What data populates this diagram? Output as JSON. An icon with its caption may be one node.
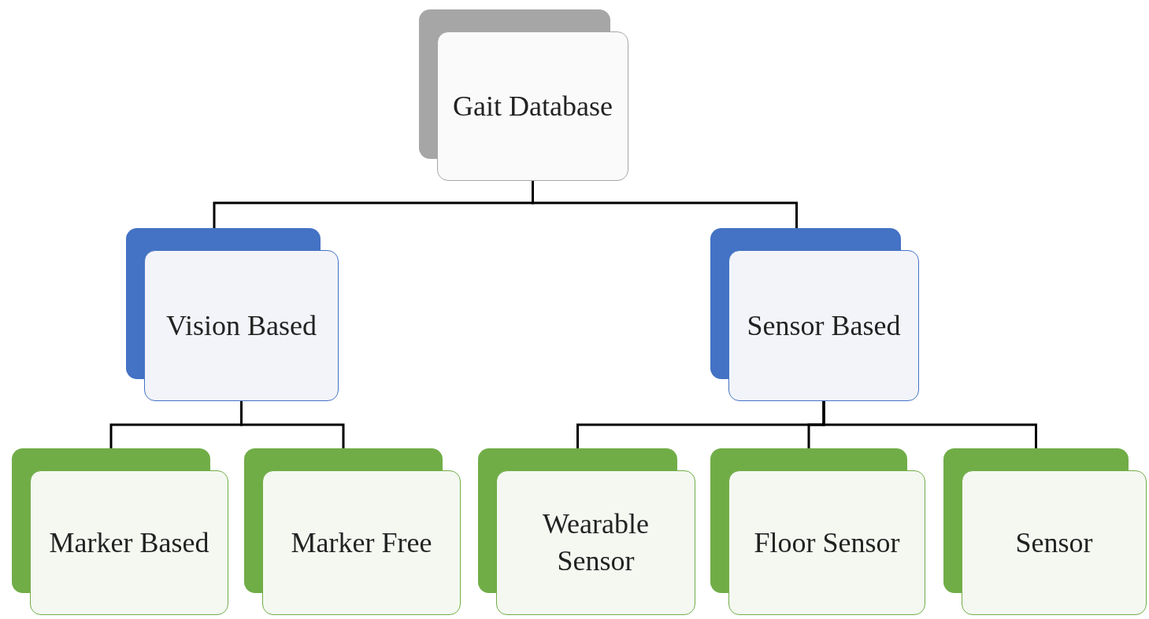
{
  "diagram": {
    "nodes": [
      {
        "text": [
          "Gait Database"
        ]
      },
      {
        "text": [
          "Vision Based"
        ]
      },
      {
        "text": [
          "Sensor Based"
        ]
      },
      {
        "text": [
          "Marker Based"
        ]
      },
      {
        "text": [
          "Marker Free"
        ]
      },
      {
        "text": [
          "Wearable Sensor"
        ]
      },
      {
        "text": [
          "Floor Sensor"
        ]
      },
      {
        "text": [
          "Sensor"
        ]
      }
    ],
    "edges": [
      {
        "from": 0,
        "to": 1,
        "arrow": "none"
      },
      {
        "from": 0,
        "to": 2,
        "arrow": "none"
      },
      {
        "from": 1,
        "to": 3,
        "arrow": "none"
      },
      {
        "from": 1,
        "to": 4,
        "arrow": "none"
      },
      {
        "from": 2,
        "to": 5,
        "arrow": "none"
      },
      {
        "from": 2,
        "to": 6,
        "arrow": "none"
      },
      {
        "from": 2,
        "to": 7,
        "arrow": "none"
      }
    ]
  }
}
